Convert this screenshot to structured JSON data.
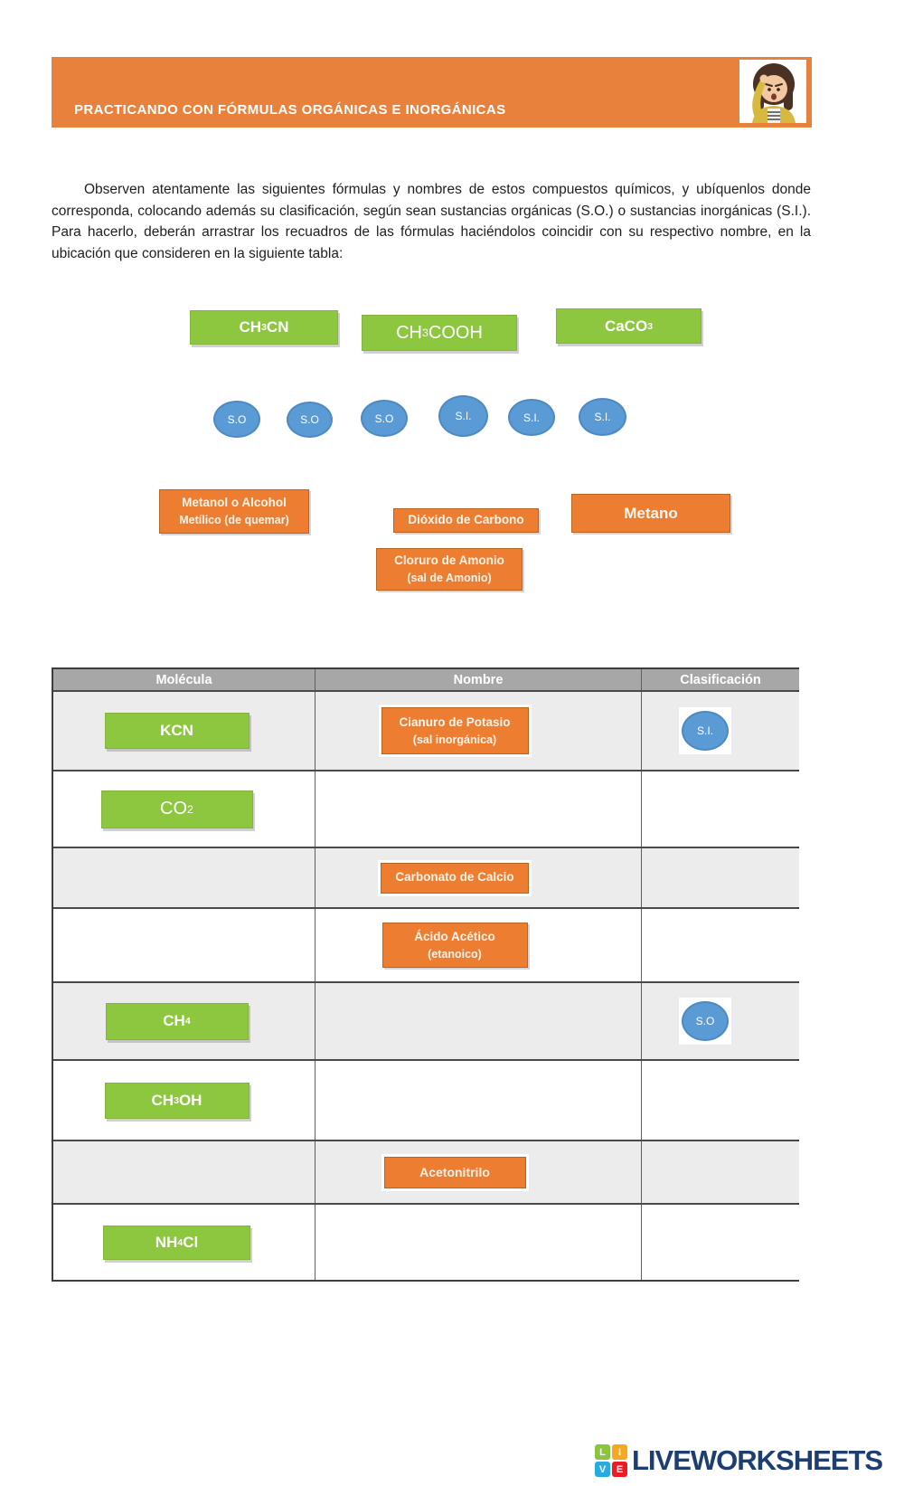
{
  "header": {
    "title": "PRACTICANDO CON FÓRMULAS ORGÁNICAS E INORGÁNICAS"
  },
  "instructions": {
    "text": "Observen atentamente las siguientes fórmulas y nombres de estos compuestos químicos, y ubíquenlos donde corresponda, colocando además su clasificación, según sean sustancias orgánicas (S.O.) o sustancias inorgánicas (S.I.). Para hacerlo, deberán arrastrar los recuadros de las fórmulas haciéndolos coincidir con su respectivo nombre, en la ubicación que consideren en la siguiente tabla:"
  },
  "bank": {
    "formulas": [
      {
        "pre": "CH",
        "sub": "3",
        "post": "CN"
      },
      {
        "pre": "CH",
        "sub": "3",
        "post": "COOH"
      },
      {
        "pre": "CaCO",
        "sub": "3"
      }
    ],
    "classifications": [
      {
        "label": "S.O"
      },
      {
        "label": "S.O"
      },
      {
        "label": "S.O"
      },
      {
        "label": "S.I."
      },
      {
        "label": "S.I."
      },
      {
        "label": "S.I."
      }
    ],
    "names": [
      {
        "line1": "Metanol o Alcohol",
        "line2": "Metílico (de quemar)"
      },
      {
        "line1": "Dióxido de Carbono"
      },
      {
        "line1": "Metano"
      },
      {
        "line1": "Cloruro de Amonio",
        "line2": "(sal de Amonio)"
      }
    ]
  },
  "table": {
    "headers": [
      "Molécula",
      "Nombre",
      "Clasificación"
    ],
    "rows": [
      {
        "molecule": {
          "pre": "KCN"
        },
        "name": {
          "line1": "Cianuro de Potasio",
          "line2": "(sal inorgánica)"
        },
        "classification": {
          "label": "S.I."
        }
      },
      {
        "molecule": {
          "pre": "CO",
          "sub": "2"
        }
      },
      {
        "name": {
          "line1": "Carbonato de Calcio"
        }
      },
      {
        "name": {
          "line1": "Ácido Acético",
          "line2": "(etanoico)"
        }
      },
      {
        "molecule": {
          "pre": "CH",
          "sub": "4"
        },
        "classification": {
          "label": "S.O"
        }
      },
      {
        "molecule": {
          "pre": "CH",
          "sub": "3",
          "post": "OH"
        }
      },
      {
        "name": {
          "line1": "Acetonitrilo"
        }
      },
      {
        "molecule": {
          "pre": "NH",
          "sub": "4",
          "post": "Cl"
        }
      }
    ]
  },
  "footer": {
    "brand": "LIVEWORKSHEETS",
    "tiles": [
      {
        "letter": "L"
      },
      {
        "letter": "I"
      },
      {
        "letter": "V"
      },
      {
        "letter": "E"
      }
    ]
  },
  "colors": {
    "header_orange": "#E8813C",
    "chip_orange": "#ED7D31",
    "chip_green": "#8DC63F",
    "oval_blue": "#5B9BD5",
    "table_header_gray": "#A7A7A7",
    "row_gray": "#ECECEC",
    "brand_navy": "#1D3E71",
    "tile_green": "#8BC53F",
    "tile_orange": "#F7A823",
    "tile_blue": "#29ABE2",
    "tile_red": "#ED1C24"
  }
}
